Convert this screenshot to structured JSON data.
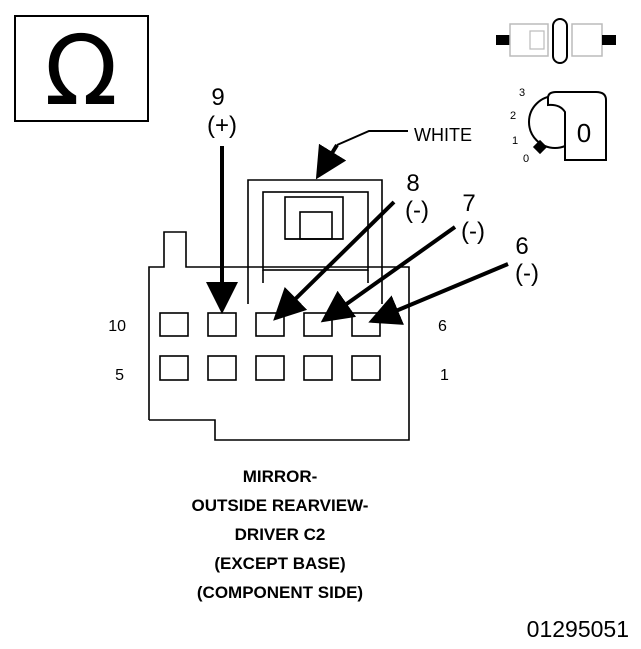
{
  "meter_symbol": "Ω",
  "wire_color_label": "WHITE",
  "terminals": [
    {
      "number": "9",
      "polarity": "(+)"
    },
    {
      "number": "8",
      "polarity": "(-)"
    },
    {
      "number": "7",
      "polarity": "(-)"
    },
    {
      "number": "6",
      "polarity": "(-)"
    }
  ],
  "row_labels": {
    "top_left": "10",
    "top_right": "6",
    "bottom_left": "5",
    "bottom_right": "1"
  },
  "ignition_positions": [
    "3",
    "2",
    "1",
    "0"
  ],
  "ignition_setting": "0",
  "caption_lines": [
    "MIRROR-",
    "OUTSIDE REARVIEW-",
    "DRIVER C2",
    "(EXCEPT BASE)",
    "(COMPONENT SIDE)"
  ],
  "figure_id": "01295051"
}
